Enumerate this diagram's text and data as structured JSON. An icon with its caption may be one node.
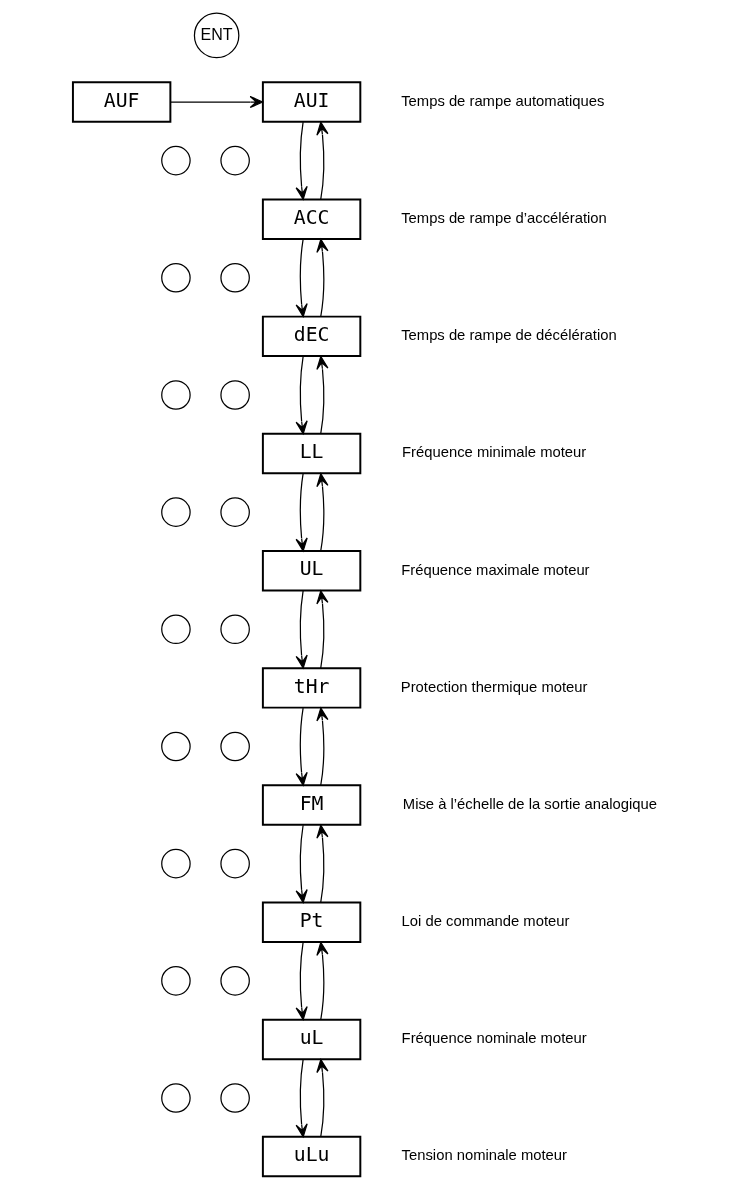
{
  "diagram": {
    "nodes": [
      {
        "text": [
          "ENT"
        ]
      },
      {
        "text": [
          "AUF"
        ]
      },
      {
        "text": [
          "AUI"
        ],
        "beside": [
          "Temps de rampe automatiques"
        ]
      },
      {
        "text": [],
        "shape": "circle"
      },
      {
        "text": [],
        "shape": "circle"
      },
      {
        "text": [
          "ACC"
        ],
        "beside": [
          "Temps de rampe d’accélération"
        ]
      },
      {
        "text": [],
        "shape": "circle"
      },
      {
        "text": [],
        "shape": "circle"
      },
      {
        "text": [
          "dEC"
        ],
        "beside": [
          "Temps de rampe de décélération"
        ]
      },
      {
        "text": [],
        "shape": "circle"
      },
      {
        "text": [],
        "shape": "circle"
      },
      {
        "text": [
          "LL"
        ],
        "beside": [
          "Fréquence minimale moteur"
        ]
      },
      {
        "text": [],
        "shape": "circle"
      },
      {
        "text": [],
        "shape": "circle"
      },
      {
        "text": [
          "UL"
        ],
        "beside": [
          "Fréquence maximale moteur"
        ]
      },
      {
        "text": [],
        "shape": "circle"
      },
      {
        "text": [],
        "shape": "circle"
      },
      {
        "text": [
          "tHr"
        ],
        "beside": [
          "Protection thermique moteur"
        ]
      },
      {
        "text": [],
        "shape": "circle"
      },
      {
        "text": [],
        "shape": "circle"
      },
      {
        "text": [
          "FM"
        ],
        "beside": [
          "Mise à l’échelle de la sortie analogique"
        ]
      },
      {
        "text": [],
        "shape": "circle"
      },
      {
        "text": [],
        "shape": "circle"
      },
      {
        "text": [
          "Pt"
        ],
        "beside": [
          "Loi de commande moteur"
        ]
      },
      {
        "text": [],
        "shape": "circle"
      },
      {
        "text": [],
        "shape": "circle"
      },
      {
        "text": [
          "uL"
        ],
        "beside": [
          "Fréquence nominale moteur"
        ]
      },
      {
        "text": [],
        "shape": "circle"
      },
      {
        "text": [],
        "shape": "circle"
      },
      {
        "text": [
          "uLu"
        ],
        "beside": [
          "Tension nominale moteur"
        ]
      }
    ],
    "edges": [
      {
        "from": 1,
        "to": 2,
        "arrow": "to"
      },
      {
        "from": 2,
        "to": 5,
        "arrow": "to"
      },
      {
        "from": 5,
        "to": 2,
        "arrow": "to"
      },
      {
        "from": 5,
        "to": 8,
        "arrow": "to"
      },
      {
        "from": 8,
        "to": 5,
        "arrow": "to"
      },
      {
        "from": 8,
        "to": 11,
        "arrow": "to"
      },
      {
        "from": 11,
        "to": 8,
        "arrow": "to"
      },
      {
        "from": 11,
        "to": 14,
        "arrow": "to"
      },
      {
        "from": 14,
        "to": 11,
        "arrow": "to"
      },
      {
        "from": 14,
        "to": 17,
        "arrow": "to"
      },
      {
        "from": 17,
        "to": 14,
        "arrow": "to"
      },
      {
        "from": 17,
        "to": 20,
        "arrow": "to"
      },
      {
        "from": 20,
        "to": 17,
        "arrow": "to"
      },
      {
        "from": 20,
        "to": 23,
        "arrow": "to"
      },
      {
        "from": 23,
        "to": 20,
        "arrow": "to"
      },
      {
        "from": 23,
        "to": 26,
        "arrow": "to"
      },
      {
        "from": 26,
        "to": 23,
        "arrow": "to"
      },
      {
        "from": 26,
        "to": 29,
        "arrow": "to"
      },
      {
        "from": 29,
        "to": 26,
        "arrow": "to"
      }
    ]
  }
}
